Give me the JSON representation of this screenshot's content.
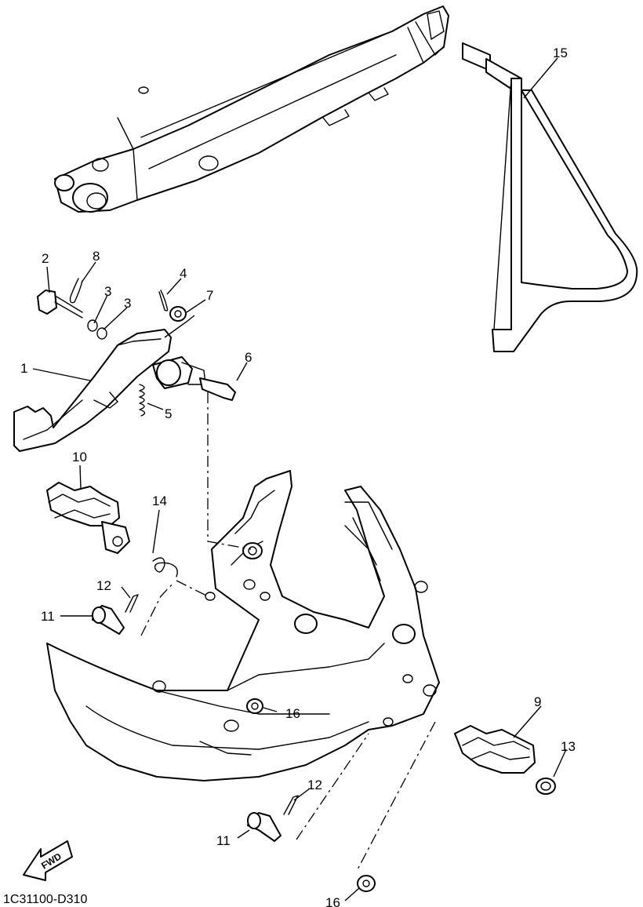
{
  "diagram": {
    "code": "1C31100-D310",
    "direction_label": "FWD",
    "callouts": [
      {
        "id": "c1",
        "label": "1"
      },
      {
        "id": "c2",
        "label": "2"
      },
      {
        "id": "c3a",
        "label": "3"
      },
      {
        "id": "c3b",
        "label": "3"
      },
      {
        "id": "c4",
        "label": "4"
      },
      {
        "id": "c5",
        "label": "5"
      },
      {
        "id": "c6",
        "label": "6"
      },
      {
        "id": "c7",
        "label": "7"
      },
      {
        "id": "c8",
        "label": "8"
      },
      {
        "id": "c9",
        "label": "9"
      },
      {
        "id": "c10",
        "label": "10"
      },
      {
        "id": "c11a",
        "label": "11"
      },
      {
        "id": "c11b",
        "label": "11"
      },
      {
        "id": "c12a",
        "label": "12"
      },
      {
        "id": "c12b",
        "label": "12"
      },
      {
        "id": "c13",
        "label": "13"
      },
      {
        "id": "c14",
        "label": "14"
      },
      {
        "id": "c15",
        "label": "15"
      },
      {
        "id": "c16a",
        "label": "16"
      },
      {
        "id": "c16b",
        "label": "16"
      }
    ]
  }
}
